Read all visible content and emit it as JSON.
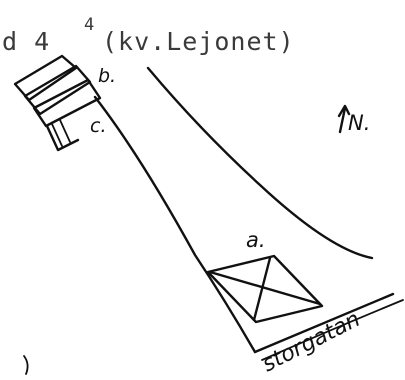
{
  "header": {
    "prefix": "d 4",
    "superscript": "4",
    "block_name": "(kv.Lejonet)"
  },
  "labels": {
    "a": "a.",
    "b": "b.",
    "c": "c.",
    "north": "N.",
    "street": "storgatan"
  }
}
